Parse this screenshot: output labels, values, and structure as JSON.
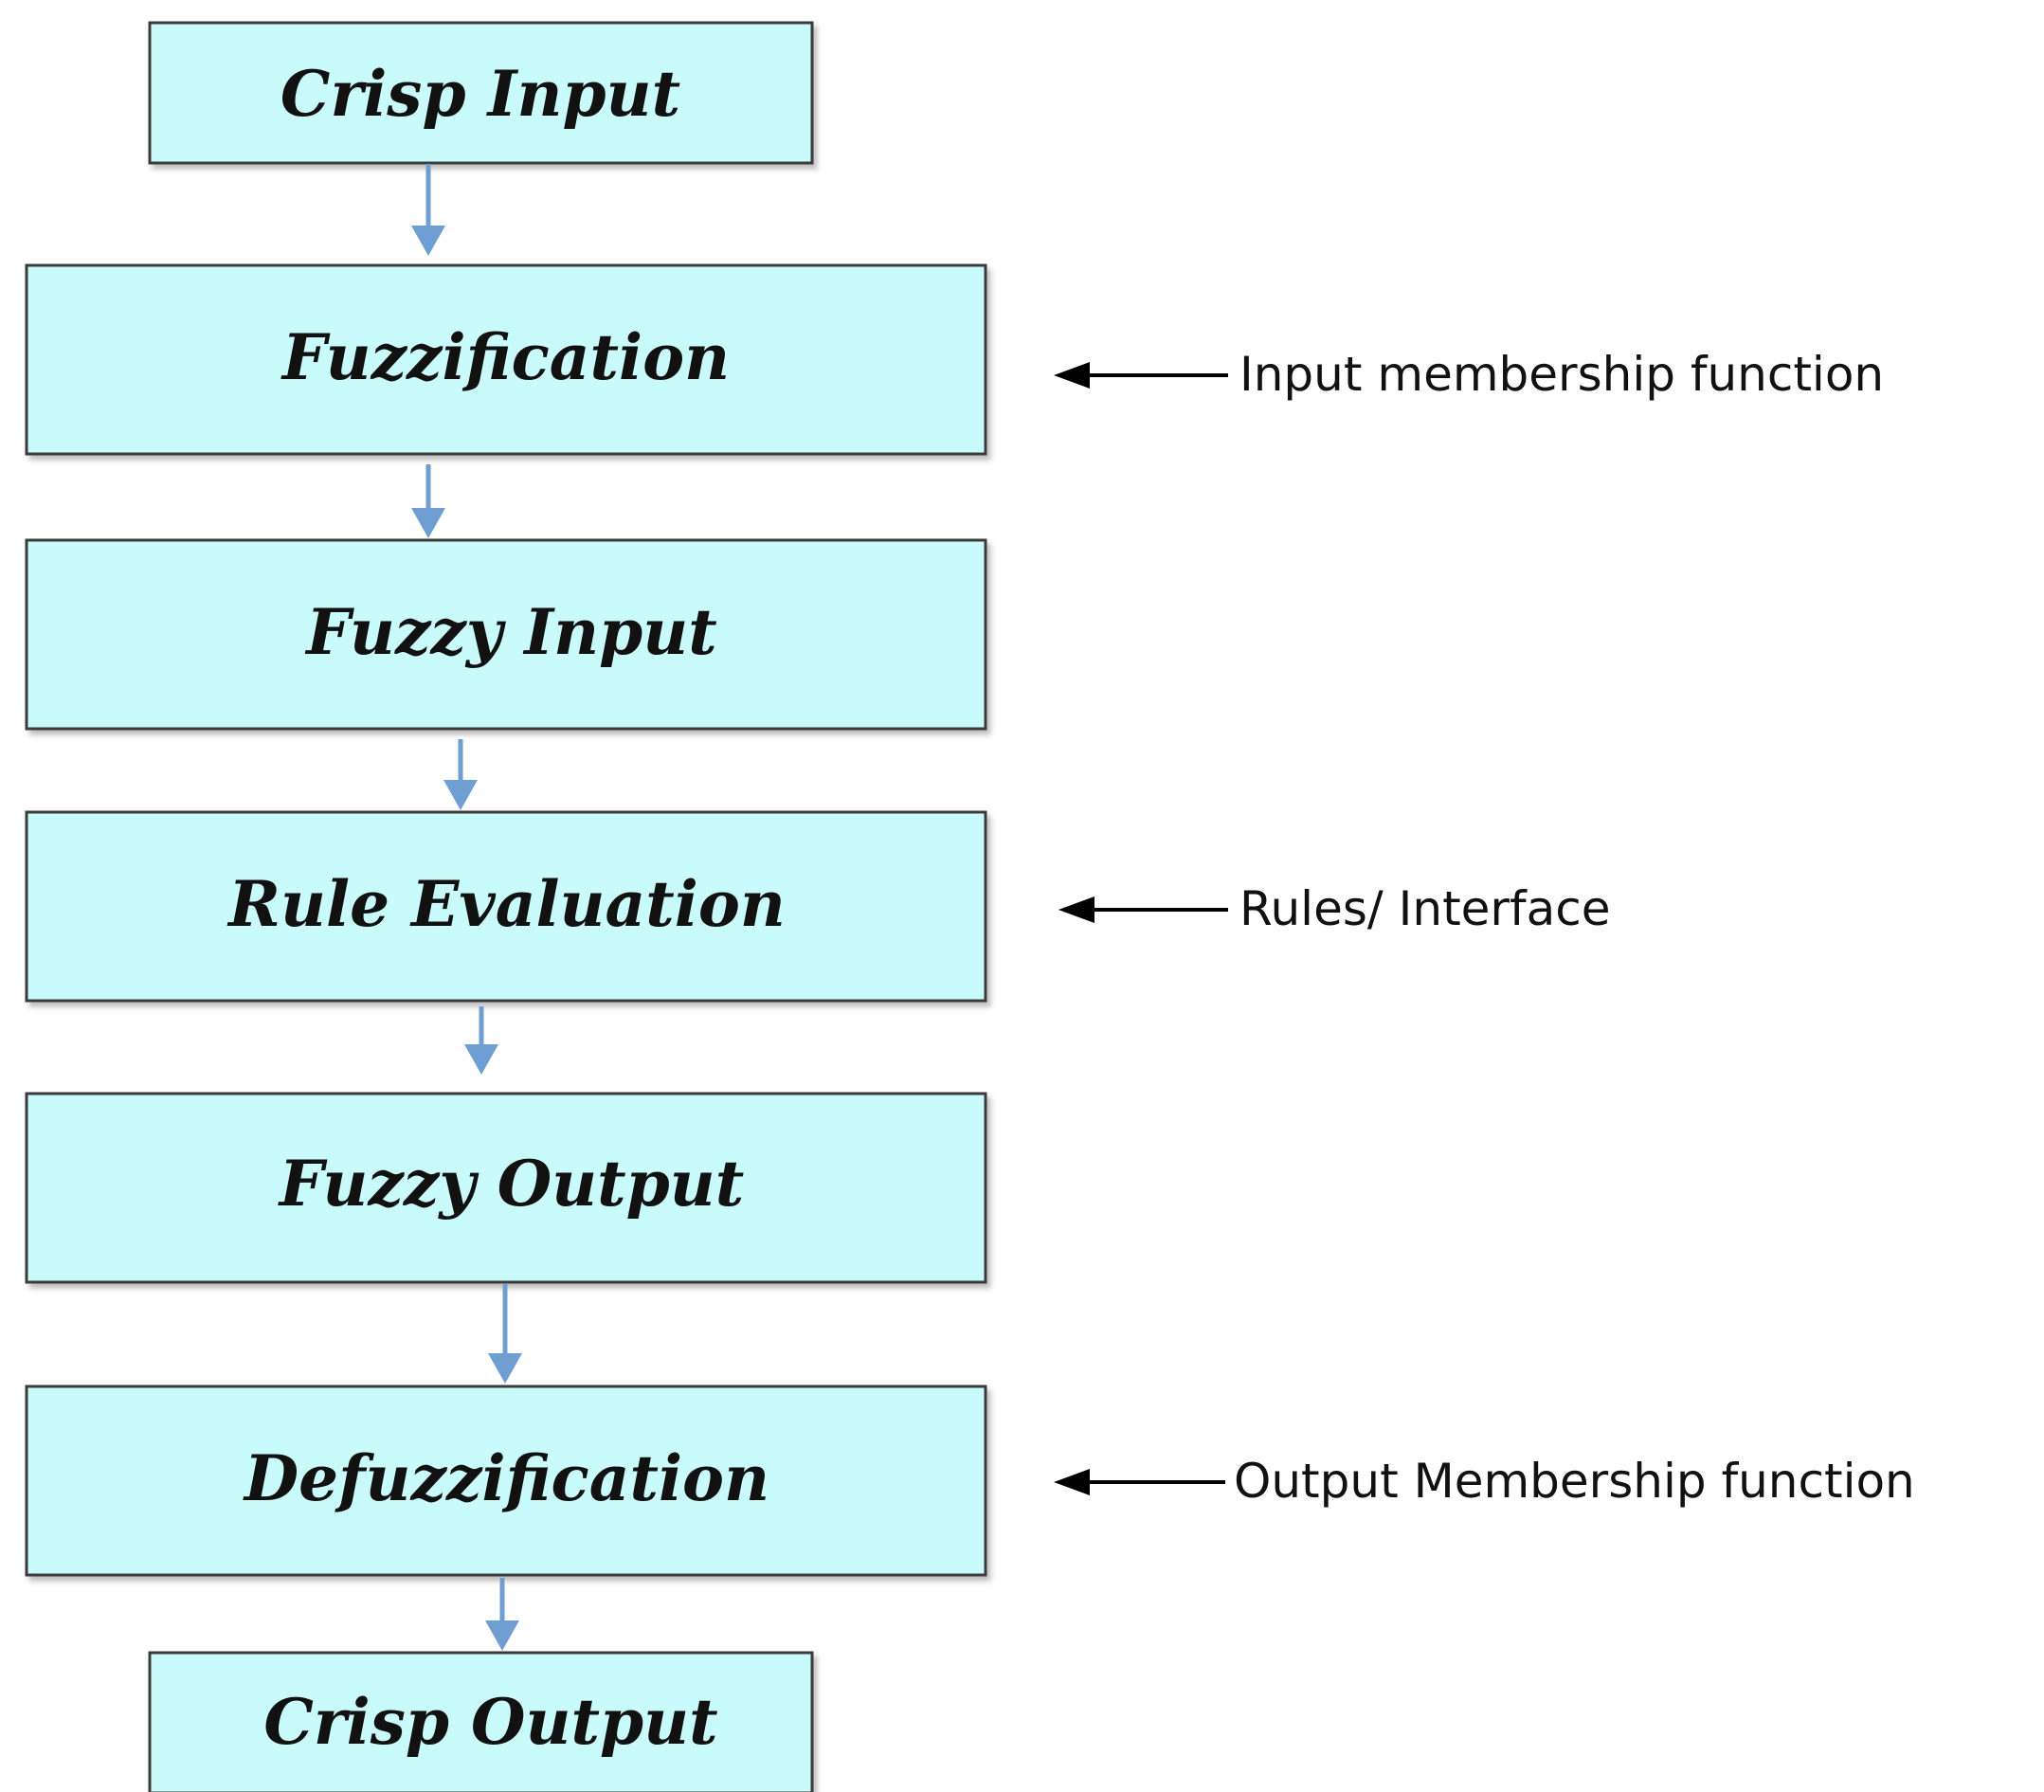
{
  "diagram": {
    "boxes": [
      {
        "id": "crisp-input",
        "label": "Crisp Input"
      },
      {
        "id": "fuzzification",
        "label": "Fuzzification"
      },
      {
        "id": "fuzzy-input",
        "label": "Fuzzy Input"
      },
      {
        "id": "rule-evaluation",
        "label": "Rule Evaluation"
      },
      {
        "id": "fuzzy-output",
        "label": "Fuzzy Output"
      },
      {
        "id": "defuzzification",
        "label": "Defuzzification"
      },
      {
        "id": "crisp-output",
        "label": "Crisp Output"
      }
    ],
    "annotations": [
      {
        "target": "fuzzification",
        "label": "Input membership function"
      },
      {
        "target": "rule-evaluation",
        "label": "Rules/ Interface"
      },
      {
        "target": "defuzzification",
        "label": "Output Membership function"
      }
    ],
    "colors": {
      "box_fill": "#c9fbfb",
      "box_border": "#3b3b3b",
      "flow_arrow": "#6f9fd2",
      "annotation_arrow": "#000000"
    }
  }
}
